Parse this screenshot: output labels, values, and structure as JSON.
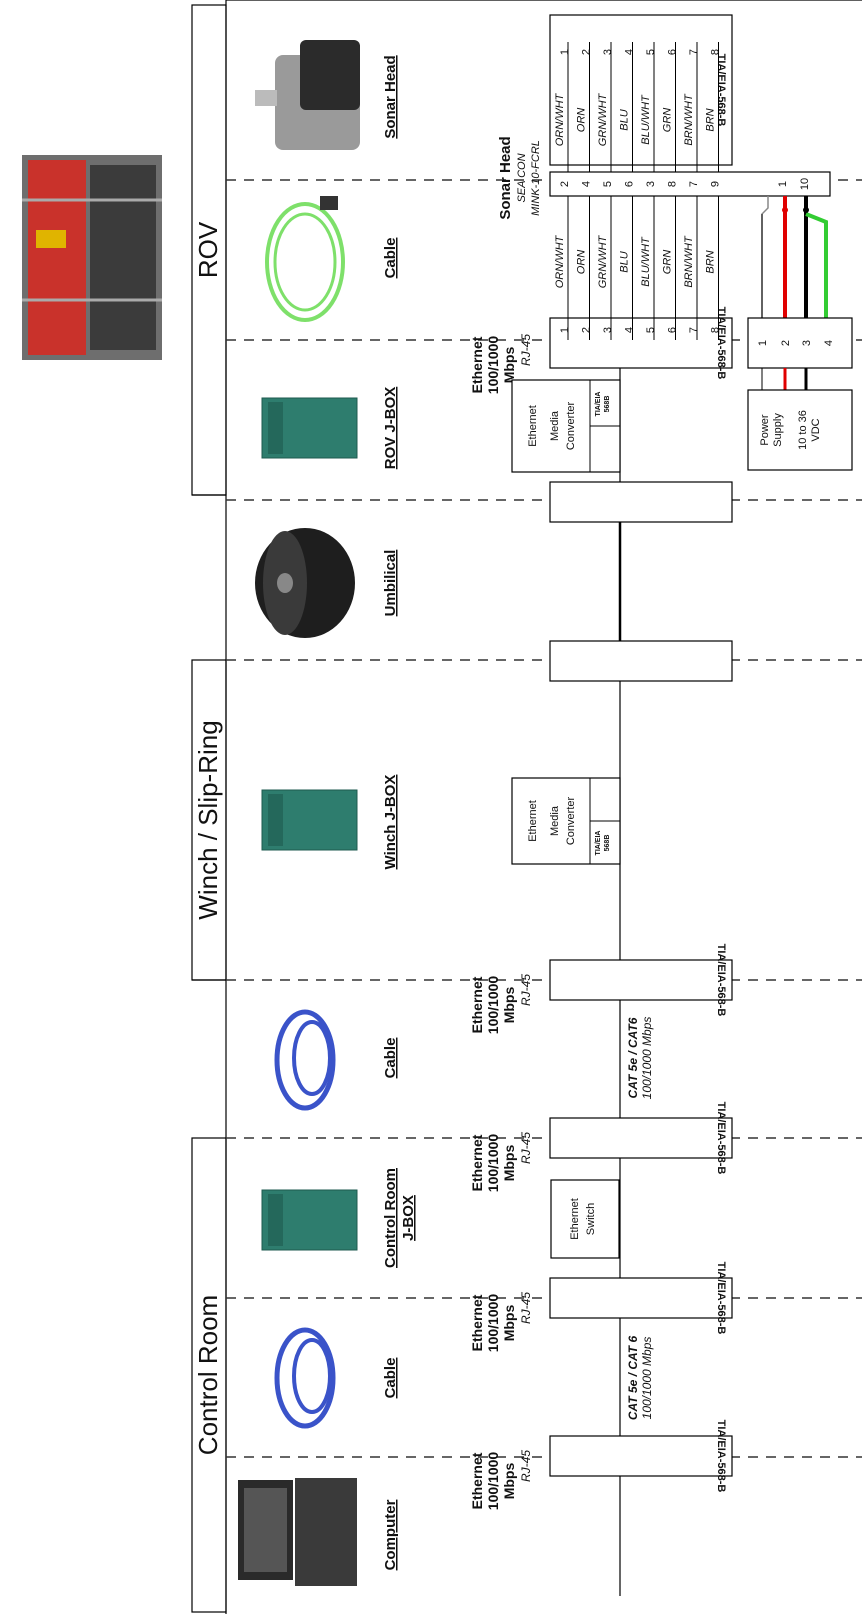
{
  "sections": {
    "rov": "ROV",
    "winch": "Winch / Slip-Ring",
    "control": "Control Room"
  },
  "components": {
    "sonar_head": "Sonar Head",
    "cable_rov": "Cable",
    "rov_jbox": "ROV J-BOX",
    "umbilical": "Umbilical",
    "winch_jbox": "Winch J-BOX",
    "cable_winch": "Cable",
    "control_jbox_1": "Control Room",
    "control_jbox_2": "J-BOX",
    "cable_control": "Cable",
    "computer": "Computer"
  },
  "ethernet": {
    "line1": "Ethernet",
    "line2": "100/1000",
    "line3": "Mbps",
    "rj45": "RJ-45"
  },
  "connector_label": "TIA/EIA-568-B",
  "sonar_connector": {
    "title": "Sonar Head",
    "maker": "SEA CON",
    "model": "MINK-10-FCRL"
  },
  "pins": {
    "left_numbers": [
      "1",
      "2",
      "3",
      "4",
      "5",
      "6",
      "7",
      "8"
    ],
    "sonar_numbers": [
      "2",
      "4",
      "5",
      "6",
      "3",
      "8",
      "7",
      "9"
    ],
    "colors": [
      "ORN/WHT",
      "ORN",
      "GRN/WHT",
      "BLU",
      "BLU/WHT",
      "GRN",
      "BRN/WHT",
      "BRN"
    ],
    "power_numbers": [
      "1",
      "10"
    ]
  },
  "power_terminal": [
    "1",
    "2",
    "3",
    "4"
  ],
  "power_supply": {
    "line1": "Power",
    "line2": "Supply",
    "line3": "10 to 36",
    "line4": "VDC"
  },
  "media_converter": {
    "line1": "Ethernet",
    "line2": "Media",
    "line3": "Converter",
    "port1": "TIA/EIA",
    "port2": "568B"
  },
  "switch": {
    "line1": "Ethernet",
    "line2": "Switch"
  },
  "cable_spec_winch": {
    "line1": "CAT 5e / CAT6",
    "line2": "100/1000 Mbps"
  },
  "cable_spec_control": {
    "line1": "CAT 5e / CAT 6",
    "line2": "100/1000 Mbps"
  },
  "wire_colors": {
    "red": "#e00000",
    "black": "#000000",
    "green": "#33cc33",
    "device_teal": "#2e7d6e",
    "cable_green": "#7ee06a",
    "cable_blue": "#3a53c9",
    "rov_red": "#c9322b"
  },
  "icons": [
    "rov-vehicle-icon",
    "sonar-head-icon",
    "green-cable-icon",
    "jbox-icon",
    "umbilical-reel-icon",
    "blue-cable-icon",
    "laptop-icon"
  ]
}
